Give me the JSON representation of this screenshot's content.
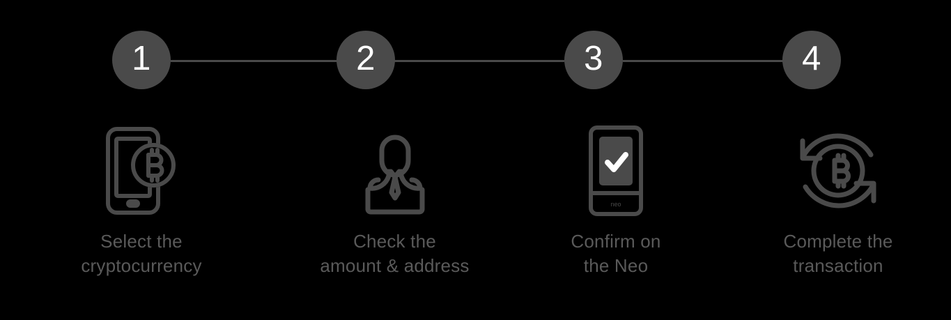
{
  "colors": {
    "background": "#000000",
    "circle_fill": "#4a4a4a",
    "circle_number": "#ffffff",
    "line": "#4a4a4a",
    "icon_stroke": "#4a4a4a",
    "label_text": "#5a5a5a",
    "check_mark": "#ffffff"
  },
  "progress": {
    "steps": [
      {
        "number": "1"
      },
      {
        "number": "2"
      },
      {
        "number": "3"
      },
      {
        "number": "4"
      }
    ]
  },
  "steps": [
    {
      "number": "1",
      "icon": "phone-bitcoin-icon",
      "label": "Select the\ncryptocurrency"
    },
    {
      "number": "2",
      "icon": "person-suit-icon",
      "label": "Check the\namount & address"
    },
    {
      "number": "3",
      "icon": "device-checkmark-icon",
      "label": "Confirm on\nthe Neo"
    },
    {
      "number": "4",
      "icon": "bitcoin-refresh-icon",
      "label": "Complete the\ntransaction"
    }
  ]
}
